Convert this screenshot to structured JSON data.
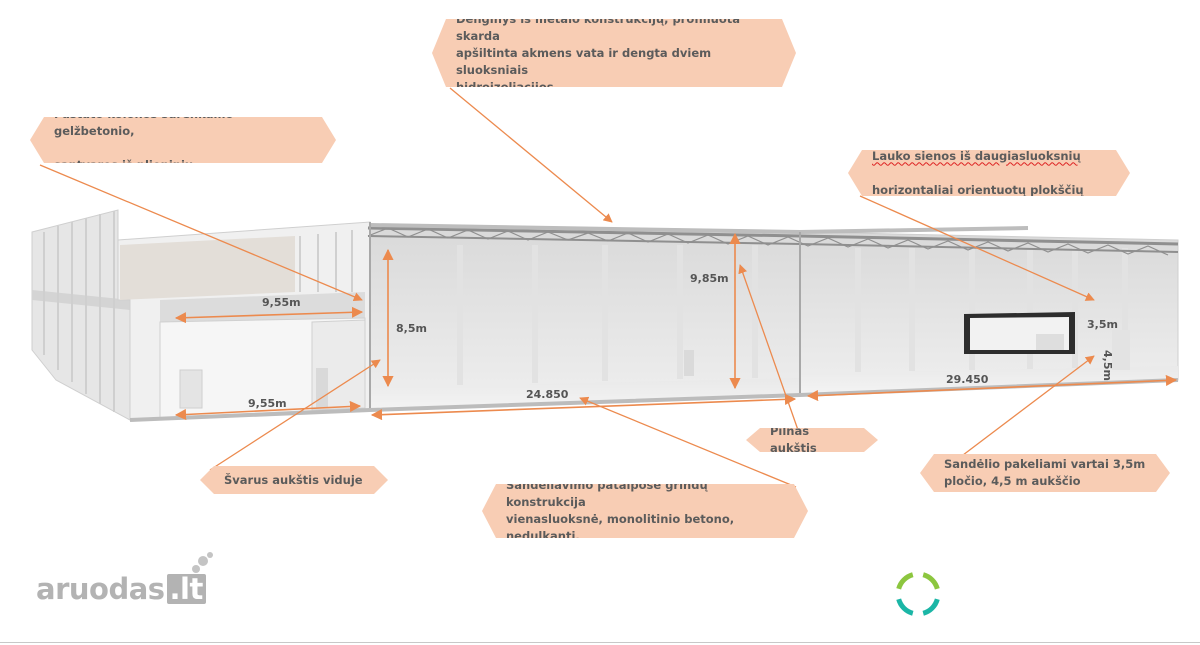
{
  "callouts": {
    "roof": "Denginys iš metalo konstrukcijų, profiliuota skarda\napšiltinta akmens vata ir dengta dviem sluoksniais\nhidroizoliacijos.",
    "columns_line1": "Pastato kolonos surenkamo gelžbetonio,",
    "columns_line2": "santvaros iš plieninių",
    "walls_line1": "Lauko sienos iš daugiasluoksnių",
    "walls_line2": "horizontaliai orientuotų plokščių",
    "full_height": "Pilnas aukštis",
    "clear_height": "Švarus aukštis viduje",
    "floor": "Sandėliavimo patalpose grindų konstrukcija\nvienasluoksnė, monolitinio betono,\nnedulkanti.",
    "gates": "Sandėlio pakeliami vartai 3,5m\npločio, 4,5 m aukščio"
  },
  "dimensions": {
    "office_width_upper": "9,55m",
    "office_width_lower": "9,55m",
    "clear_height": "8,5m",
    "full_height": "9,85m",
    "hall1_length": "24.850",
    "hall2_length": "29.450",
    "gate_width": "3,5m",
    "gate_height": "4,5m"
  },
  "brand": {
    "name": "aruodas",
    "tld": ".lt"
  },
  "colors": {
    "callout_fill": "#f8cdb4",
    "leader_line": "#ec8a4e",
    "logo_ring": [
      "#8cc63f",
      "#1bb6a6"
    ]
  }
}
